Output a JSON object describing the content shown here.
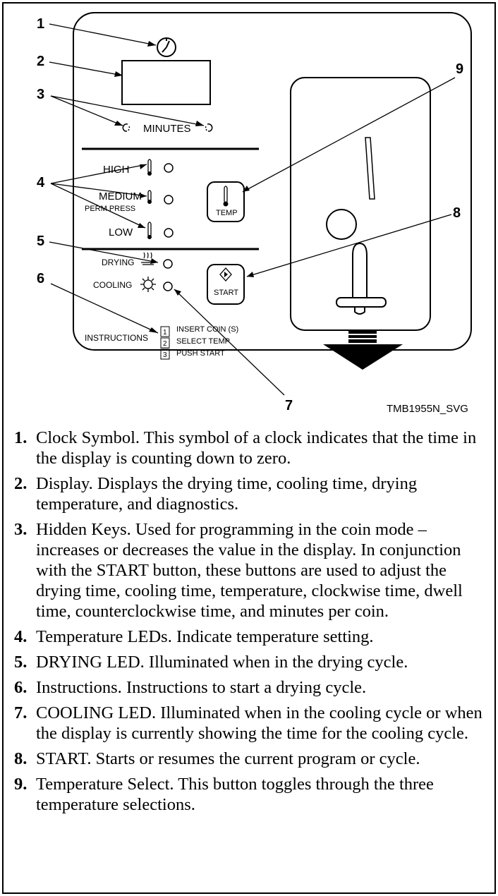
{
  "diagram": {
    "callouts": [
      "1",
      "2",
      "3",
      "4",
      "5",
      "6",
      "7",
      "8",
      "9"
    ],
    "panel_labels": {
      "minutes": "MINUTES",
      "high": "HIGH",
      "medium": "MEDIUM",
      "perm_press": "PERM PRESS",
      "low": "LOW",
      "drying": "DRYING",
      "cooling": "COOLING",
      "instructions": "INSTRUCTIONS",
      "temp_button": "TEMP",
      "start_button": "START"
    },
    "instruction_steps": [
      {
        "num": "1",
        "text": "INSERT COIN (S)"
      },
      {
        "num": "2",
        "text": "SELECT TEMP"
      },
      {
        "num": "3",
        "text": "PUSH START"
      }
    ],
    "figure_id": "TMB1955N_SVG"
  },
  "items": [
    {
      "num": "1.",
      "title": "Clock Symbol.",
      "text": "This symbol of a clock indicates that the time in the display is counting down to zero."
    },
    {
      "num": "2.",
      "title": "Display.",
      "text": "Displays the drying time, cooling time, drying temperature, and diagnostics."
    },
    {
      "num": "3.",
      "title": "Hidden Keys.",
      "text": "Used for programming in the coin mode – increases or decreases the value in the display. In conjunction with the START button, these buttons are used to adjust the drying time, cooling time, temperature, clockwise time, dwell time, counterclockwise time, and minutes per coin."
    },
    {
      "num": "4.",
      "title": "Temperature LEDs.",
      "text": "Indicate temperature setting."
    },
    {
      "num": "5.",
      "title": "DRYING LED.",
      "text": "Illuminated when in the drying cycle."
    },
    {
      "num": "6.",
      "title": "Instructions.",
      "text": "Instructions to start a drying cycle."
    },
    {
      "num": "7.",
      "title": "COOLING LED.",
      "text": "Illuminated when in the cooling cycle or when the display is currently showing the time for the cooling cycle."
    },
    {
      "num": "8.",
      "title": "START.",
      "text": "Starts or resumes the current program or cycle."
    },
    {
      "num": "9.",
      "title": "Temperature Select.",
      "text": "This button toggles through the three temperature selections."
    }
  ]
}
